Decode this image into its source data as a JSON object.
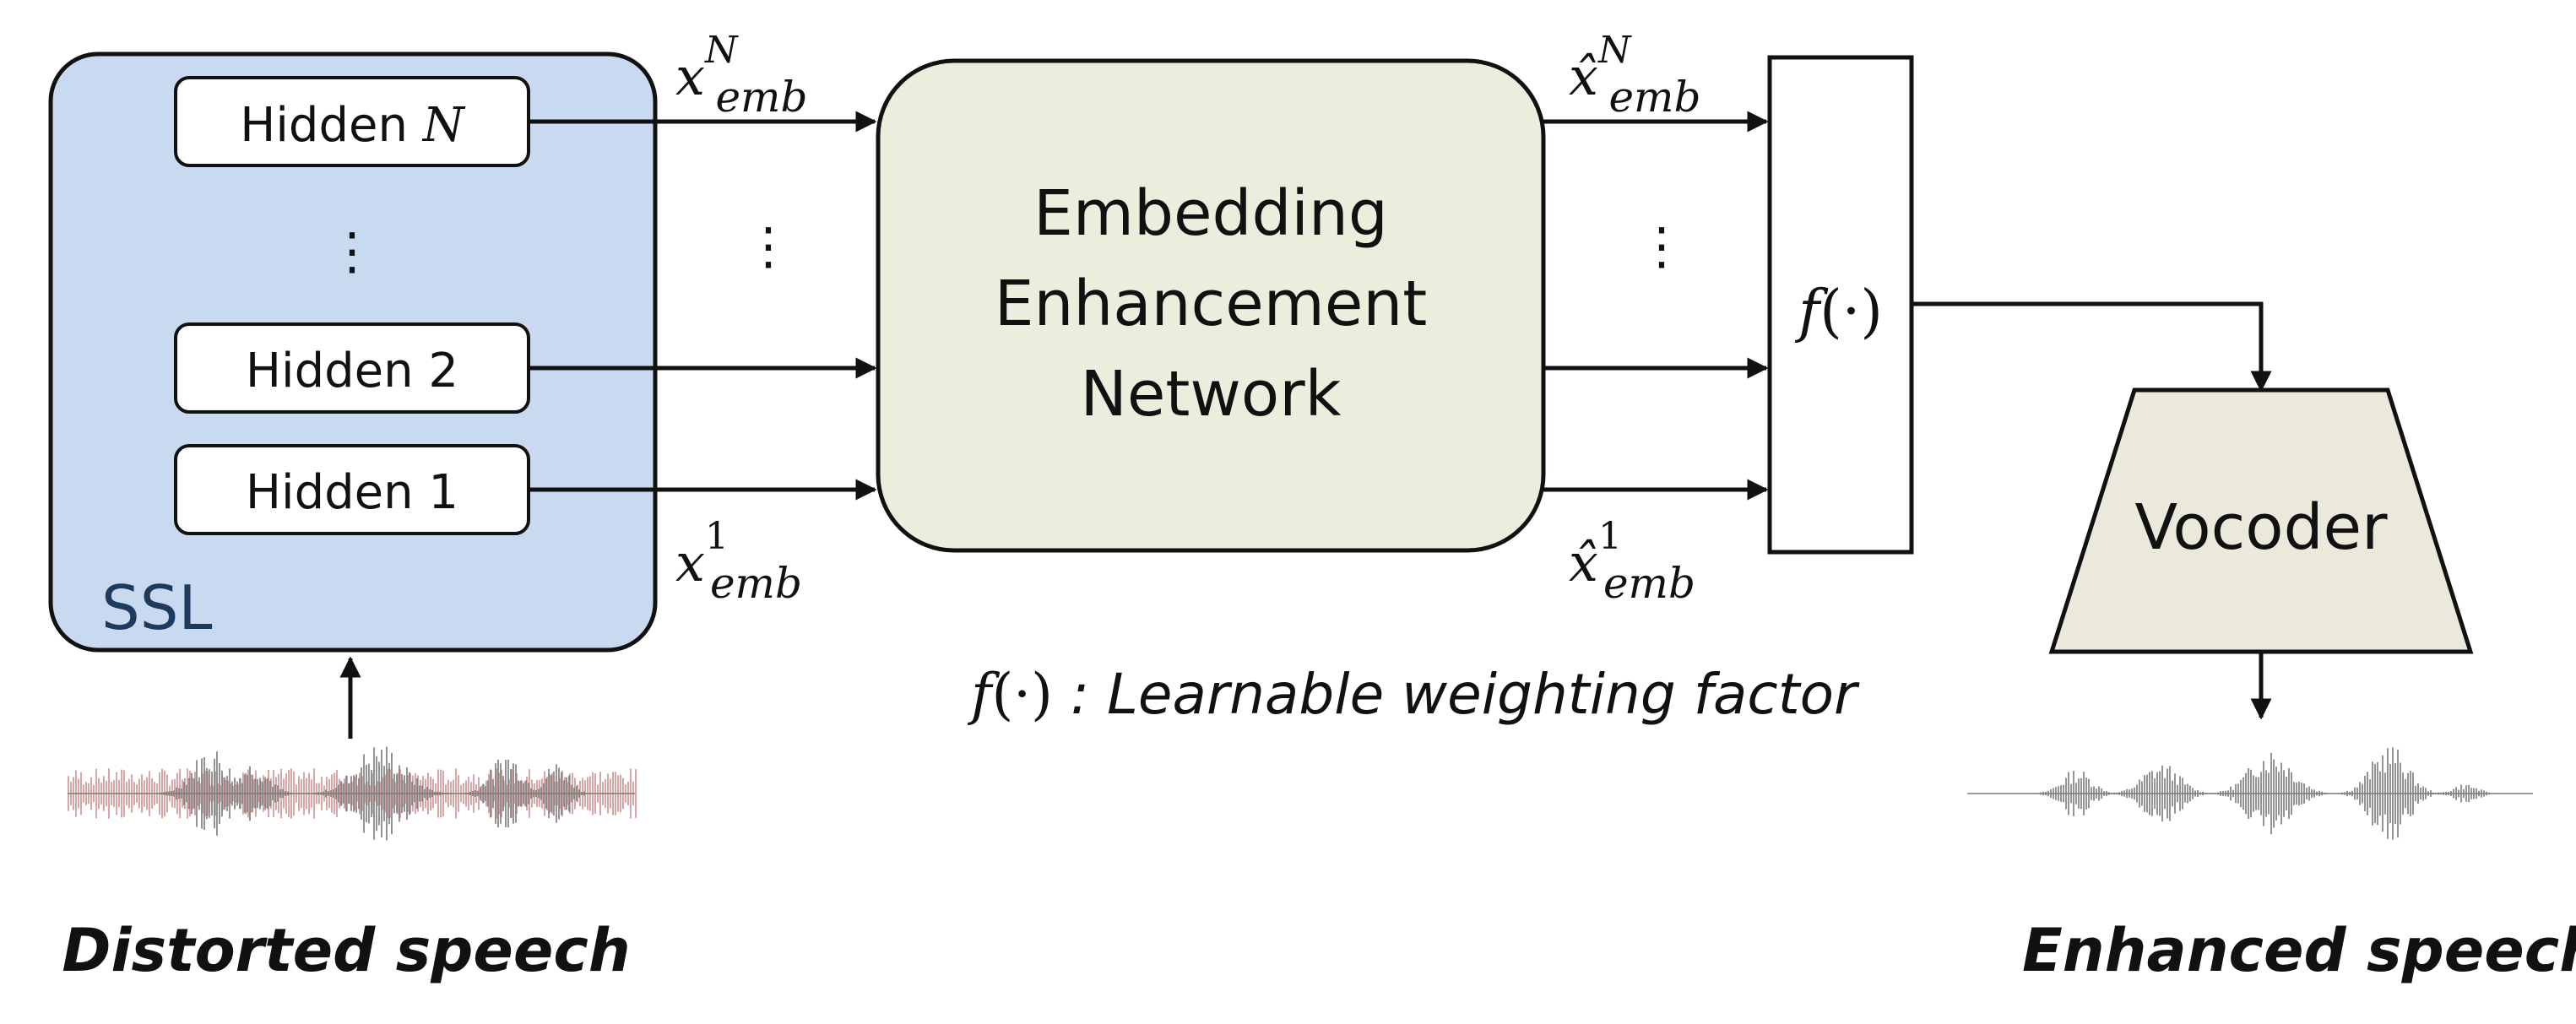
{
  "ssl": {
    "label": "SSL",
    "hidden_layers": [
      {
        "var": "Hidden ",
        "math": "N"
      },
      {
        "label": "Hidden 2"
      },
      {
        "label": "Hidden 1"
      }
    ],
    "ellipsis": "⋮"
  },
  "inputs": {
    "top_base": "x",
    "top_sup": "N",
    "top_sub": "emb",
    "bottom_base": "x",
    "bottom_sup": "1",
    "bottom_sub": "emb",
    "ellipsis": "⋮"
  },
  "network": {
    "line1": "Embedding",
    "line2": "Enhancement",
    "line3": "Network"
  },
  "outputs": {
    "top_base": "x̂",
    "top_sup": "N",
    "top_sub": "emb",
    "bottom_base": "x̂",
    "bottom_sup": "1",
    "bottom_sub": "emb",
    "ellipsis": "⋮"
  },
  "weighting": {
    "box_func": "f",
    "box_arg": "(·)",
    "legend_func": "f",
    "legend_arg": "(·)",
    "legend_text": " : Learnable weighting factor"
  },
  "vocoder": {
    "label": "Vocoder"
  },
  "captions": {
    "input": "Distorted speech",
    "output": "Enhanced speech"
  },
  "colors": {
    "ssl_fill": "#c9daf0",
    "ssl_label": "#1f3a5f",
    "network_fill": "#e9eedd",
    "vocoder_fill": "#ebe9dc",
    "noise_wave": "#c98a8a",
    "speech_wave": "#7a7a7a"
  }
}
